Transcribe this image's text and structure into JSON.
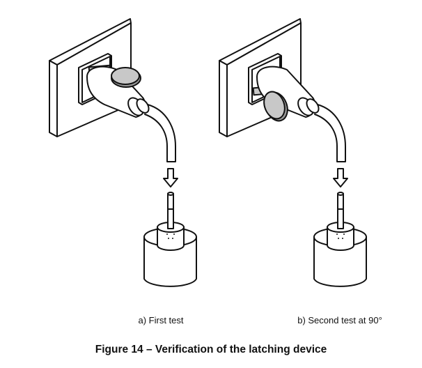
{
  "figure": {
    "caption_a": "a) First test",
    "caption_b": "b) Second test at 90°",
    "title": "Figure 14 – Verification of the latching device"
  },
  "colors": {
    "line": "#111111",
    "latch_fill": "#c8c8c8"
  }
}
